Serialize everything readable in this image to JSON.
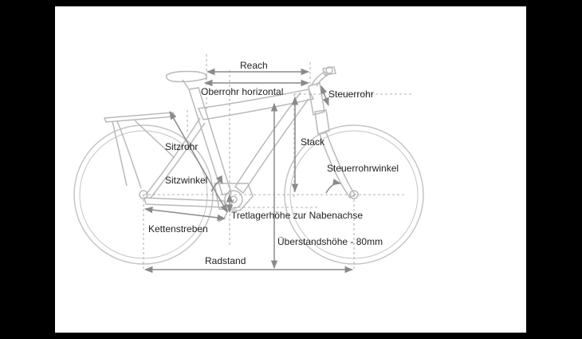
{
  "labels": {
    "reach": "Reach",
    "top_tube": "Oberrohr horizontal",
    "head_tube": "Steuerrohr",
    "seat_tube": "Sitzrohr",
    "stack": "Stack",
    "head_angle": "Steuerrohrwinkel",
    "seat_angle": "Sitzwinkel",
    "bb_height": "Tretlagerhöhe zur Nabenachse",
    "chainstays": "Kettenstreben",
    "standover": "Überstandshöhe - 80mm",
    "wheelbase": "Radstand"
  },
  "colors": {
    "frame": "#b9b9b9",
    "dimension": "#8a8a8a",
    "text": "#222222",
    "background": "#000000",
    "canvas": "#ffffff"
  }
}
